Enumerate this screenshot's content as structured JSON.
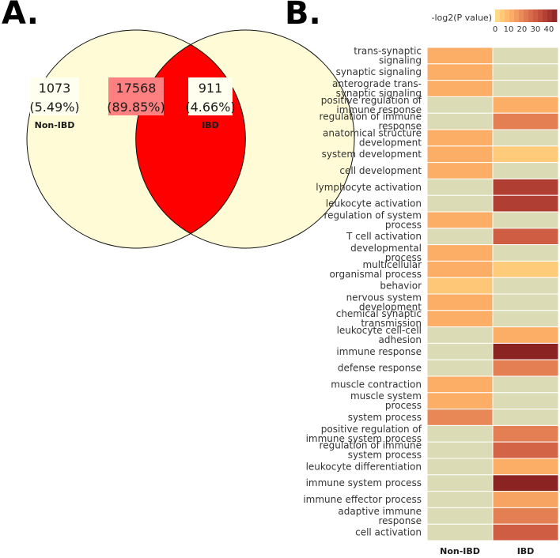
{
  "panel_a_label": "A.",
  "panel_b_label": "B.",
  "chart_data": [
    {
      "type": "venn",
      "sets": [
        {
          "name": "Non-IBD",
          "only_count": "1073",
          "only_pct": "(5.49%)"
        },
        {
          "name": "IBD",
          "only_count": "911",
          "only_pct": "(4.66%)"
        }
      ],
      "intersection": {
        "count": "17568",
        "pct": "(89.85%)"
      },
      "colors": {
        "set_fill": "#fffbd6",
        "intersection_fill": "#ff0000",
        "label_box": "#fffff0",
        "intersection_box": "#ff8080"
      }
    },
    {
      "type": "heatmap",
      "legend": {
        "title": "-log2(P value)",
        "ticks": [
          "0",
          "10",
          "20",
          "30",
          "40"
        ],
        "range": [
          0,
          46
        ]
      },
      "columns": [
        "Non-IBD",
        "IBD"
      ],
      "rows": [
        {
          "label": [
            "trans-synaptic",
            "signaling"
          ],
          "values": [
            12,
            null
          ]
        },
        {
          "label": [
            "synaptic signaling"
          ],
          "values": [
            12,
            null
          ]
        },
        {
          "label": [
            "anterograde trans-",
            "synaptic signaling"
          ],
          "values": [
            12,
            null
          ]
        },
        {
          "label": [
            "positive regulation of",
            "immune response"
          ],
          "values": [
            null,
            12
          ]
        },
        {
          "label": [
            "regulation of immune",
            "response"
          ],
          "values": [
            null,
            22
          ]
        },
        {
          "label": [
            "anatomical structure",
            "development"
          ],
          "values": [
            12,
            null
          ]
        },
        {
          "label": [
            "system development"
          ],
          "values": [
            12,
            5
          ]
        },
        {
          "label": [
            "cell development"
          ],
          "values": [
            12,
            null
          ]
        },
        {
          "label": [
            "lymphocyte activation"
          ],
          "values": [
            null,
            38
          ]
        },
        {
          "label": [
            "leukocyte activation"
          ],
          "values": [
            null,
            38
          ]
        },
        {
          "label": [
            "regulation of system",
            "process"
          ],
          "values": [
            12,
            null
          ]
        },
        {
          "label": [
            "T cell activation"
          ],
          "values": [
            null,
            30
          ]
        },
        {
          "label": [
            "developmental",
            "process"
          ],
          "values": [
            12,
            null
          ]
        },
        {
          "label": [
            "multicellular",
            "organismal process"
          ],
          "values": [
            12,
            5
          ]
        },
        {
          "label": [
            "behavior"
          ],
          "values": [
            6,
            null
          ]
        },
        {
          "label": [
            "nervous system",
            "development"
          ],
          "values": [
            12,
            null
          ]
        },
        {
          "label": [
            "chemical synaptic",
            "transmission"
          ],
          "values": [
            12,
            null
          ]
        },
        {
          "label": [
            "leukocyte cell-cell",
            "adhesion"
          ],
          "values": [
            null,
            12
          ]
        },
        {
          "label": [
            "immune response"
          ],
          "values": [
            null,
            46
          ]
        },
        {
          "label": [
            "defense response"
          ],
          "values": [
            null,
            22
          ]
        },
        {
          "label": [
            "muscle contraction"
          ],
          "values": [
            12,
            null
          ]
        },
        {
          "label": [
            "muscle system",
            "process"
          ],
          "values": [
            12,
            null
          ]
        },
        {
          "label": [
            "system process"
          ],
          "values": [
            20,
            null
          ]
        },
        {
          "label": [
            "positive regulation of",
            "immune system process"
          ],
          "values": [
            null,
            22
          ]
        },
        {
          "label": [
            "regulation of immune",
            "system process"
          ],
          "values": [
            null,
            28
          ]
        },
        {
          "label": [
            "leukocyte differentiation"
          ],
          "values": [
            null,
            12
          ]
        },
        {
          "label": [
            "immune system process"
          ],
          "values": [
            null,
            46
          ]
        },
        {
          "label": [
            "immune effector process"
          ],
          "values": [
            null,
            14
          ]
        },
        {
          "label": [
            "adaptive immune",
            "response"
          ],
          "values": [
            null,
            22
          ]
        },
        {
          "label": [
            "cell activation"
          ],
          "values": [
            null,
            30
          ]
        }
      ],
      "na_color": "#dbdbb5",
      "scale_colors": [
        "#ffe08a",
        "#fdb068",
        "#e07a50",
        "#c24a3a",
        "#8b2323"
      ]
    }
  ]
}
